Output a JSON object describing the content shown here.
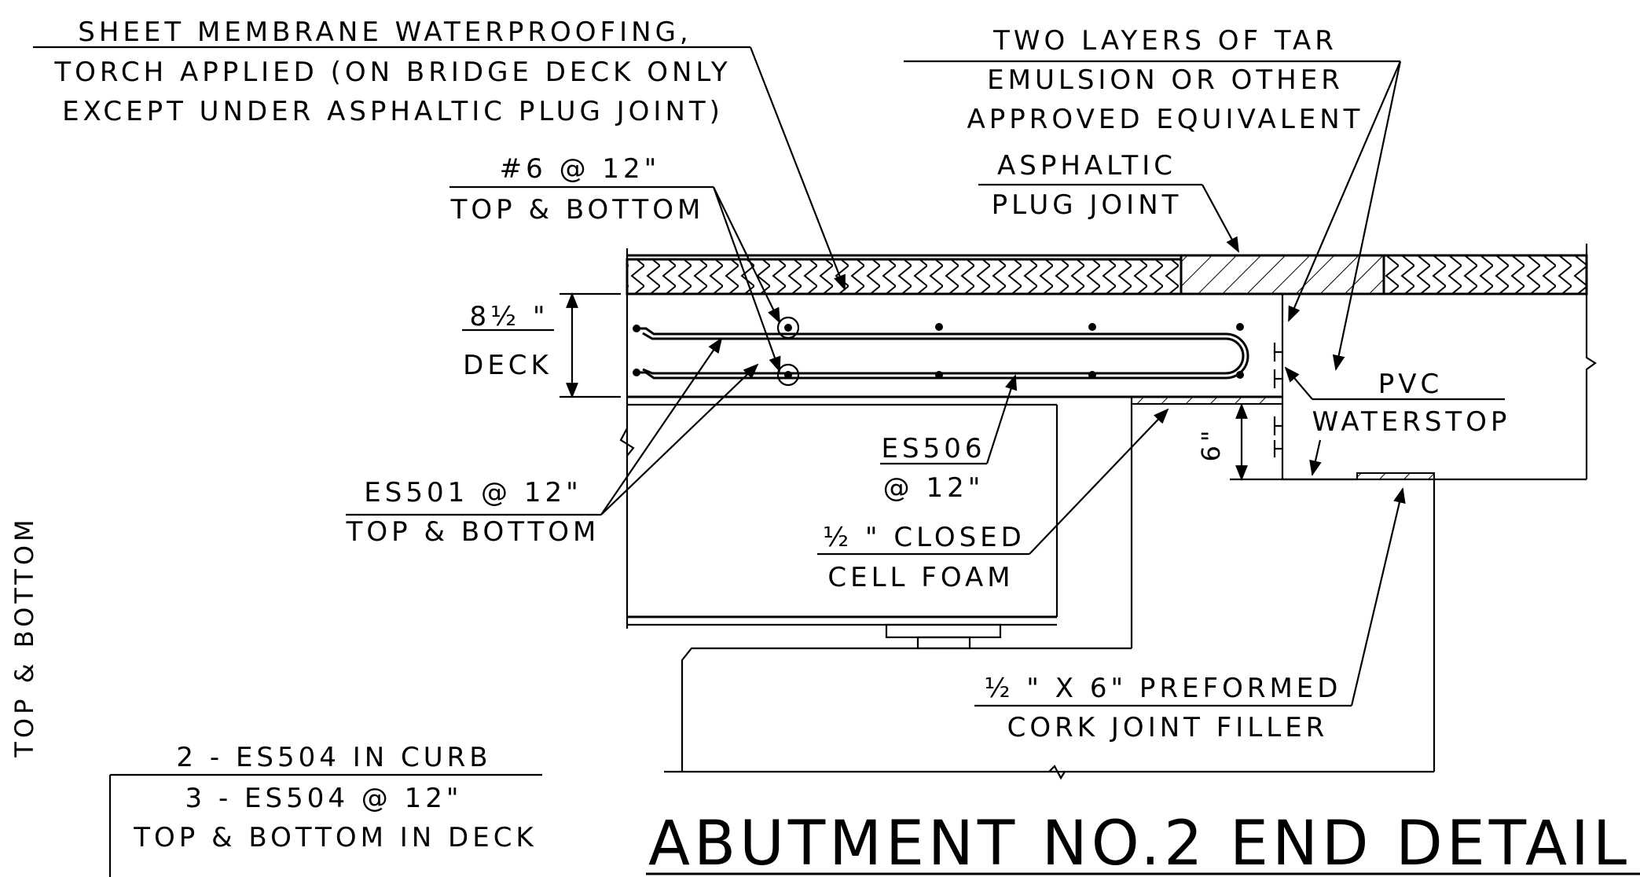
{
  "title": "ABUTMENT NO.2 END DETAIL",
  "labels": {
    "membrane_1": "SHEET MEMBRANE WATERPROOFING,",
    "membrane_2": "TORCH APPLIED (ON BRIDGE DECK ONLY",
    "membrane_3": "EXCEPT UNDER ASPHALTIC PLUG JOINT)",
    "tar_1": "TWO LAYERS OF TAR",
    "tar_2": "EMULSION OR OTHER",
    "tar_3": "APPROVED EQUIVALENT",
    "plug_1": "ASPHALTIC",
    "plug_2": "PLUG JOINT",
    "bar6_1": "#6 @ 12\"",
    "bar6_2": "TOP & BOTTOM",
    "deck_1": "8½ \"",
    "deck_2": "DECK",
    "pvc_1": "PVC",
    "pvc_2": "WATERSTOP",
    "dim6": "6\"",
    "es506_1": "ES506",
    "es506_2": "@ 12\"",
    "es501_1": "ES501 @ 12\"",
    "es501_2": "TOP & BOTTOM",
    "foam_1": "½ \" CLOSED",
    "foam_2": "CELL FOAM",
    "cork_1": "½ \" X 6\" PREFORMED",
    "cork_2": "CORK JOINT FILLER",
    "side_text": "TOP & BOTTOM",
    "es504_1": "2 - ES504 IN CURB",
    "es504_2": "3 - ES504 @ 12\"",
    "es504_3": "TOP & BOTTOM IN DECK"
  }
}
